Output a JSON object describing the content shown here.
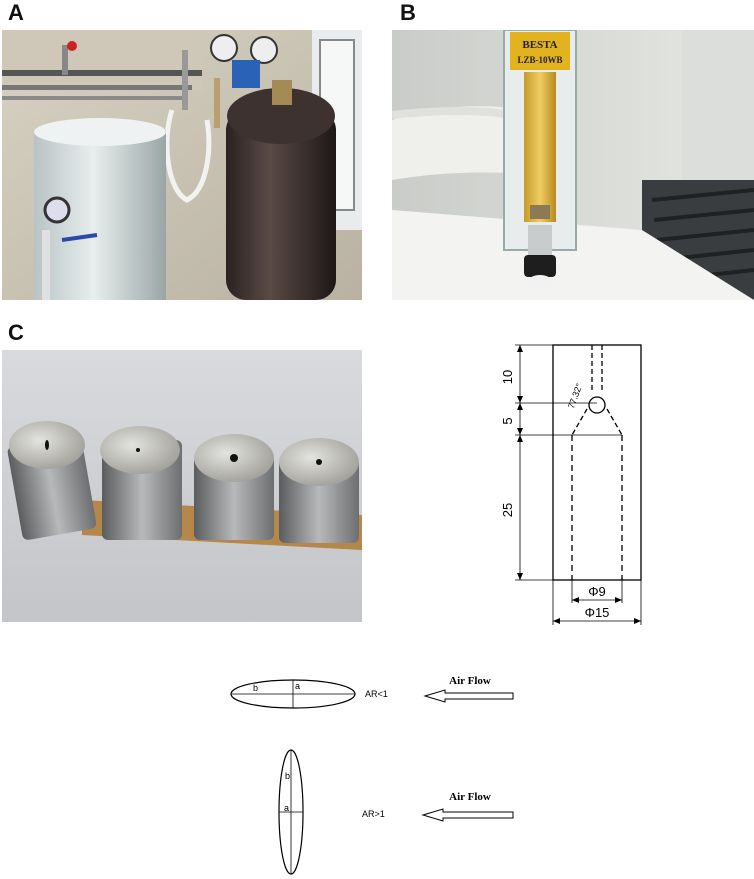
{
  "panels": {
    "a": "A",
    "b": "B",
    "c": "C"
  },
  "flowmeter": {
    "brand": "BESTA",
    "model": "LZB-10WB"
  },
  "nozzle_drawing": {
    "dim_top": "10",
    "dim_mid": "5",
    "dim_bottom": "25",
    "angle": "77.32°",
    "inner_diameter": "Φ9",
    "outer_diameter": "Φ15"
  },
  "ellipse_diagrams": {
    "horizontal": {
      "label_b": "b",
      "label_a": "a",
      "ratio": "AR<1",
      "flow": "Air Flow"
    },
    "vertical": {
      "label_b": "b",
      "label_a": "a",
      "ratio": "AR>1",
      "flow": "Air Flow"
    }
  }
}
